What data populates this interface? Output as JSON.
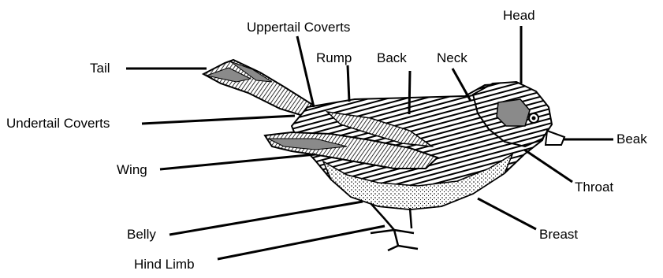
{
  "labels": {
    "head": "Head",
    "uppertail_coverts": "Uppertail Coverts",
    "rump": "Rump",
    "back": "Back",
    "neck": "Neck",
    "tail": "Tail",
    "undertail_coverts": "Undertail Coverts",
    "beak": "Beak",
    "wing": "Wing",
    "throat": "Throat",
    "belly": "Belly",
    "breast": "Breast",
    "hind_limb": "Hind Limb"
  },
  "colors": {
    "ink": "#000000",
    "shade": "#8a8a8a",
    "background": "#ffffff"
  }
}
